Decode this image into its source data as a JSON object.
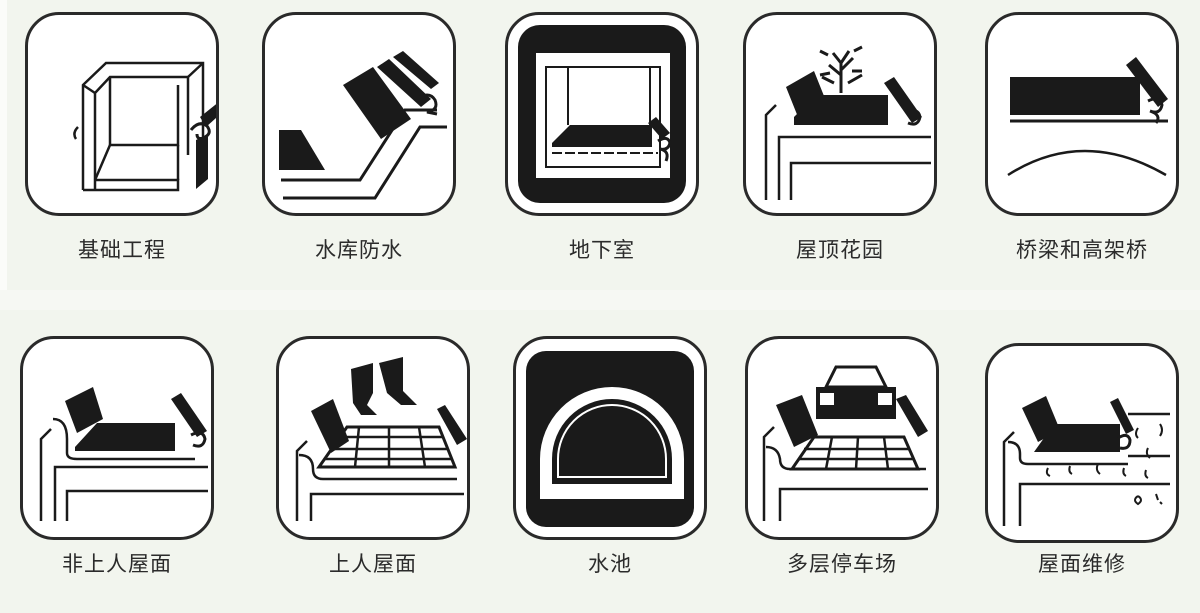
{
  "colors": {
    "background": "#f2f5ee",
    "card_fill": "#ffffff",
    "ink": "#1a1a1a"
  },
  "tiles": [
    {
      "label": "基础工程",
      "icon": "foundation-icon"
    },
    {
      "label": "水库防水",
      "icon": "reservoir-icon"
    },
    {
      "label": "地下室",
      "icon": "basement-icon"
    },
    {
      "label": "屋顶花园",
      "icon": "roof-garden-icon"
    },
    {
      "label": "桥梁和高架桥",
      "icon": "bridge-icon"
    },
    {
      "label": "非上人屋面",
      "icon": "non-accessible-roof-icon"
    },
    {
      "label": "上人屋面",
      "icon": "accessible-roof-icon"
    },
    {
      "label": "水池",
      "icon": "pool-icon"
    },
    {
      "label": "多层停车场",
      "icon": "parking-deck-icon"
    },
    {
      "label": "屋面维修",
      "icon": "roof-repair-icon"
    }
  ]
}
